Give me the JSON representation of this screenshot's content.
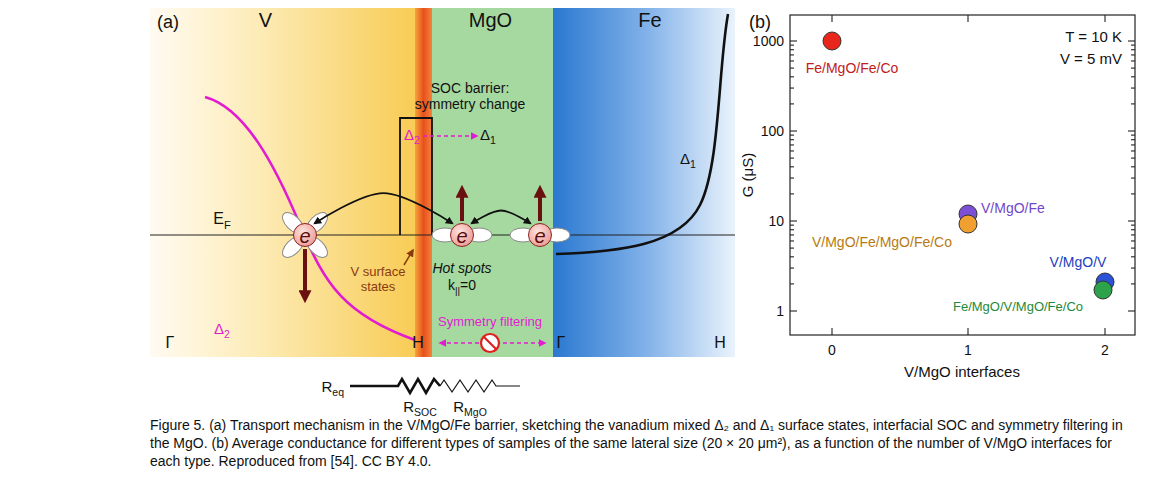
{
  "diagram": {
    "caption": "Figure 5. (a) Transport mechanism in the V/MgO/Fe barrier, sketching the vanadium mixed Δ₂ and Δ₁ surface states, interfacial SOC and symmetry filtering in the MgO. (b) Average conductance for different types of samples of the same lateral size (20 × 20 μm²), as a function of the number of V/MgO interfaces for each type. Reproduced from [54]. CC BY 4.0.",
    "nodes": [
      {
        "text": [
          "V"
        ]
      },
      {
        "text": [
          "MgO"
        ]
      },
      {
        "text": [
          "Fe"
        ]
      },
      {
        "text": [
          "e"
        ],
        "in": 0
      },
      {
        "text": [
          "e"
        ],
        "in": 1
      },
      {
        "text": [
          "e"
        ],
        "in": 1
      }
    ],
    "edges": [
      {
        "from": 3,
        "to": 4,
        "arrow": "both"
      },
      {
        "from": 4,
        "to": 5,
        "arrow": "both"
      }
    ],
    "labels": [
      "(a)",
      "SOC barrier: symmetry change",
      "Δ2",
      "Δ1",
      "EF",
      "Hot spots",
      "k||=0",
      "V surface states",
      "Δ2",
      "Symmetry filtering",
      "Δ1",
      "Γ",
      "H",
      "Γ",
      "H",
      "Req",
      "RSOC",
      "RMgO",
      "(b)",
      "T = 10 K",
      "V = 5 mV",
      "1000",
      "100",
      "10",
      "1",
      "0",
      "1",
      "2",
      "G (μS)",
      "V/MgO interfaces",
      "Fe/MgO/Fe/Co",
      "V/MgO/Fe",
      "V/MgO/Fe/MgO/Fe/Co",
      "V/MgO/V",
      "Fe/MgO/V/MgO/Fe/Co"
    ]
  }
}
